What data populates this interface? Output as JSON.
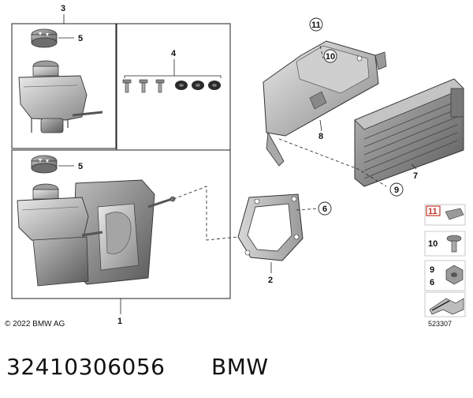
{
  "diagram": {
    "callouts": {
      "c1": "1",
      "c2": "2",
      "c3": "3",
      "c4": "4",
      "c5a": "5",
      "c5b": "5",
      "c6": "6",
      "c7": "7",
      "c8": "8",
      "c9": "9",
      "c10": "10",
      "c11": "11"
    },
    "legend": {
      "item11": "11",
      "item10": "10",
      "item9": "9",
      "item6": "6"
    },
    "copyright": "© 2022 BMW AG",
    "diagram_id": "523307"
  },
  "footer": {
    "part_number": "32410306056",
    "brand": "BMW"
  }
}
